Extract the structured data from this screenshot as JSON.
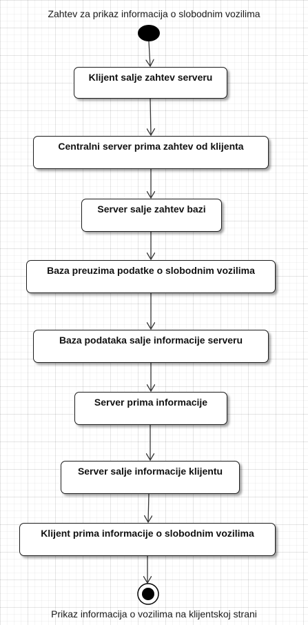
{
  "diagram": {
    "type": "uml-activity",
    "start_caption": "Zahtev za prikaz informacija o slobodnim vozilima",
    "end_caption": "Prikaz informacija o vozilima na klijentskoj strani",
    "steps": [
      {
        "label": "Klijent salje zahtev serveru"
      },
      {
        "label": "Centralni server prima zahtev od klijenta"
      },
      {
        "label": "Server salje zahtev bazi"
      },
      {
        "label": "Baza preuzima podatke o slobodnim vozilima"
      },
      {
        "label": "Baza podataka salje informacije serveru"
      },
      {
        "label": "Server prima informacije"
      },
      {
        "label": "Server salje informacije klijentu"
      },
      {
        "label": "Klijent prima informacije o slobodnim vozilima"
      }
    ],
    "edges": [
      {
        "from": "start",
        "to": 0
      },
      {
        "from": 0,
        "to": 1
      },
      {
        "from": 1,
        "to": 2
      },
      {
        "from": 2,
        "to": 3
      },
      {
        "from": 3,
        "to": 4
      },
      {
        "from": 4,
        "to": 5
      },
      {
        "from": 5,
        "to": 6
      },
      {
        "from": 6,
        "to": 7
      },
      {
        "from": 7,
        "to": "end"
      }
    ]
  }
}
